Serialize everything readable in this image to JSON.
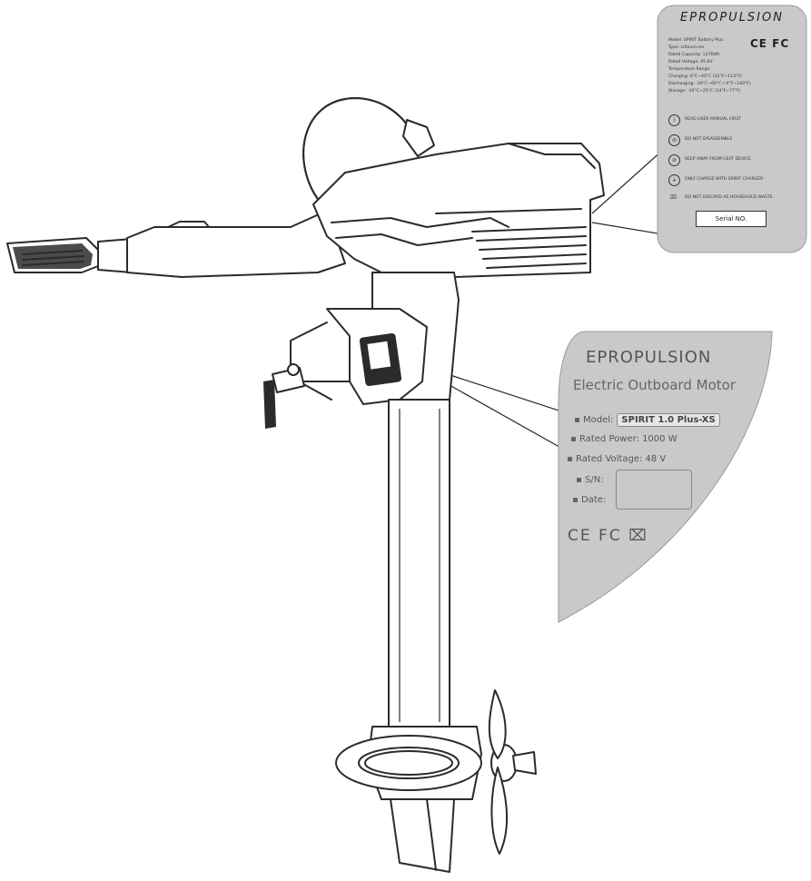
{
  "battery_label": {
    "brand": "EPROPULSION",
    "ce_fcc": "CE FC",
    "specs": [
      "Model: SPIRIT Battery Plus",
      "Type: Lithium-ion",
      "Rated Capacity: 1276Wh",
      "Rated Voltage: 45.6V",
      "Temperature Range:",
      "Charging: 0°C~40°C  (32°F~113°F)",
      "Discharging: -20°C~60°C  (-4°F~140°F)",
      "Storage: -10°C~25°C  (14°F~77°F)"
    ],
    "warnings": [
      "READ USER MANUAL FIRST",
      "DO NOT DISASSEMBLE",
      "KEEP AWAY FROM HEAT DEVICE",
      "ONLY CHARGE WITH SPIRIT CHARGER",
      "DO NOT DISCARD AS HOUSEHOLD WASTE"
    ],
    "serial": "Serial NO."
  },
  "motor_label": {
    "brand": "EPROPULSION",
    "title": "Electric Outboard Motor",
    "model_label": "Model:",
    "model_value": "SPIRIT 1.0 Plus-XS",
    "rated_power": "Rated Power: 1000 W",
    "rated_voltage": "Rated Voltage: 48 V",
    "sn_label": "S/N:",
    "date_label": "Date:",
    "ce_fcc": "CE FC"
  }
}
